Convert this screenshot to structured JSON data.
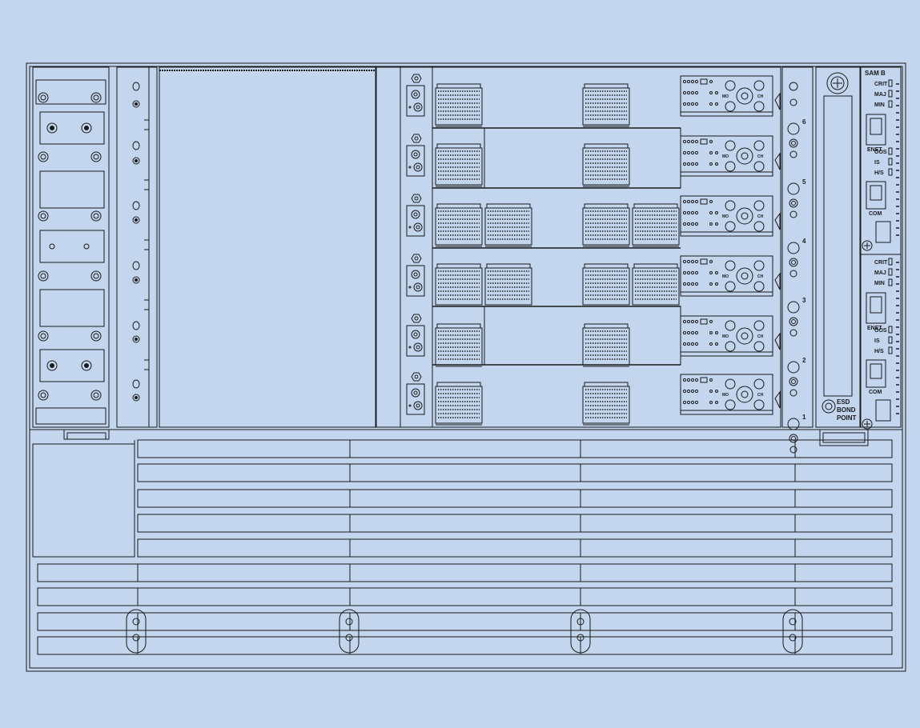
{
  "sam": {
    "title": "SAM B",
    "upper": {
      "crit": "CRIT",
      "maj": "MAJ",
      "min": "MIN",
      "enet": "ENET",
      "oos": "OOS",
      "is": "IS",
      "hs": "H/S",
      "com": "COM"
    },
    "lower": {
      "crit": "CRIT",
      "maj": "MAJ",
      "min": "MIN",
      "enet": "ENET",
      "oos": "OOS",
      "is": "IS",
      "hs": "H/S",
      "com": "COM"
    }
  },
  "slot_numbers": [
    "6",
    "5",
    "4",
    "3",
    "2",
    "1"
  ],
  "esd": {
    "line1": "ESD",
    "line2": "BOND",
    "line3": "POINT"
  },
  "module_labels": {
    "mo": "MO",
    "ch": "CH"
  },
  "colors": {
    "background": "#c3d6ee",
    "line": "#1a1a1a"
  }
}
